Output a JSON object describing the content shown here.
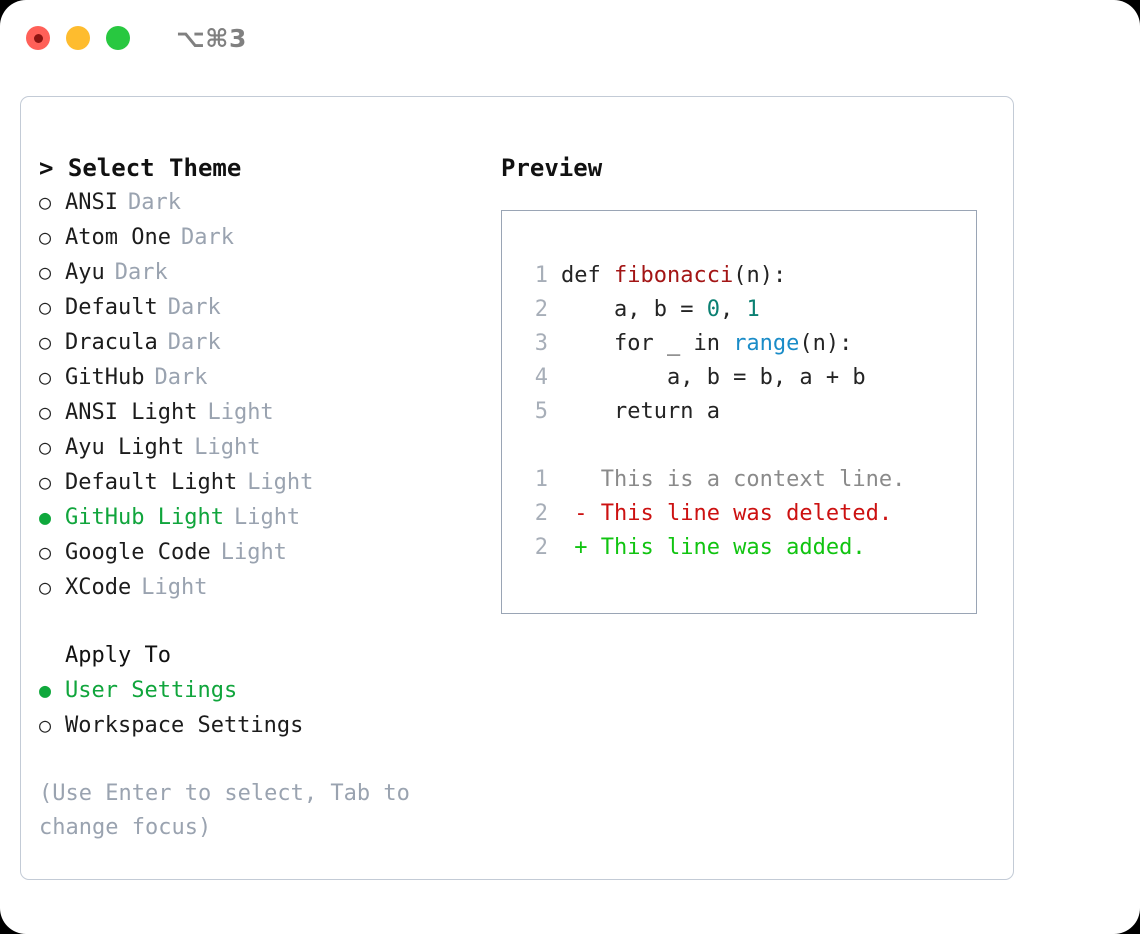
{
  "titlebar": {
    "shortcut": "⌥⌘3",
    "buttons": [
      "close",
      "minimize",
      "maximize"
    ]
  },
  "theme_list": {
    "heading": "> Select Theme",
    "marker_selected": "●",
    "marker_unselected": "○",
    "items": [
      {
        "name": "ANSI",
        "tag": "Dark",
        "selected": false
      },
      {
        "name": "Atom One",
        "tag": "Dark",
        "selected": false
      },
      {
        "name": "Ayu",
        "tag": "Dark",
        "selected": false
      },
      {
        "name": "Default",
        "tag": "Dark",
        "selected": false
      },
      {
        "name": "Dracula",
        "tag": "Dark",
        "selected": false
      },
      {
        "name": "GitHub",
        "tag": "Dark",
        "selected": false
      },
      {
        "name": "ANSI Light",
        "tag": "Light",
        "selected": false
      },
      {
        "name": "Ayu Light",
        "tag": "Light",
        "selected": false
      },
      {
        "name": "Default Light",
        "tag": "Light",
        "selected": false
      },
      {
        "name": "GitHub Light",
        "tag": "Light",
        "selected": true
      },
      {
        "name": "Google Code",
        "tag": "Light",
        "selected": false
      },
      {
        "name": "XCode",
        "tag": "Light",
        "selected": false
      }
    ]
  },
  "apply_to": {
    "title": "Apply To",
    "items": [
      {
        "name": "User Settings",
        "selected": true
      },
      {
        "name": "Workspace Settings",
        "selected": false
      }
    ]
  },
  "hint": "(Use Enter to select, Tab to change focus)",
  "preview": {
    "title": "Preview",
    "code_lines": [
      {
        "num": "1",
        "parts": [
          {
            "t": "def ",
            "c": "plain"
          },
          {
            "t": "fibonacci",
            "c": "fn"
          },
          {
            "t": "(n):",
            "c": "plain"
          }
        ]
      },
      {
        "num": "2",
        "parts": [
          {
            "t": "    a, b = ",
            "c": "plain"
          },
          {
            "t": "0",
            "c": "num"
          },
          {
            "t": ", ",
            "c": "plain"
          },
          {
            "t": "1",
            "c": "num"
          }
        ]
      },
      {
        "num": "3",
        "parts": [
          {
            "t": "    for _ in ",
            "c": "plain"
          },
          {
            "t": "range",
            "c": "call"
          },
          {
            "t": "(n):",
            "c": "plain"
          }
        ]
      },
      {
        "num": "4",
        "parts": [
          {
            "t": "        a, b = b, a + b",
            "c": "plain"
          }
        ]
      },
      {
        "num": "5",
        "parts": [
          {
            "t": "    return a",
            "c": "plain"
          }
        ]
      }
    ],
    "diff_lines": [
      {
        "num": "1",
        "parts": [
          {
            "t": "   This is a context line.",
            "c": "ctx"
          }
        ]
      },
      {
        "num": "2",
        "parts": [
          {
            "t": " - This line was deleted.",
            "c": "del"
          }
        ]
      },
      {
        "num": "2",
        "parts": [
          {
            "t": " + This line was added.",
            "c": "add"
          }
        ]
      }
    ]
  },
  "colors": {
    "accent_green": "#10a53c",
    "tag_gray": "#9aa3b0",
    "function_red": "#a31515",
    "number_teal": "#0b8072",
    "call_blue": "#1a8cc8",
    "diff_deleted": "#cc1111",
    "diff_added": "#11c411",
    "border": "#c3cbd6",
    "preview_border": "#9aa5b5"
  }
}
